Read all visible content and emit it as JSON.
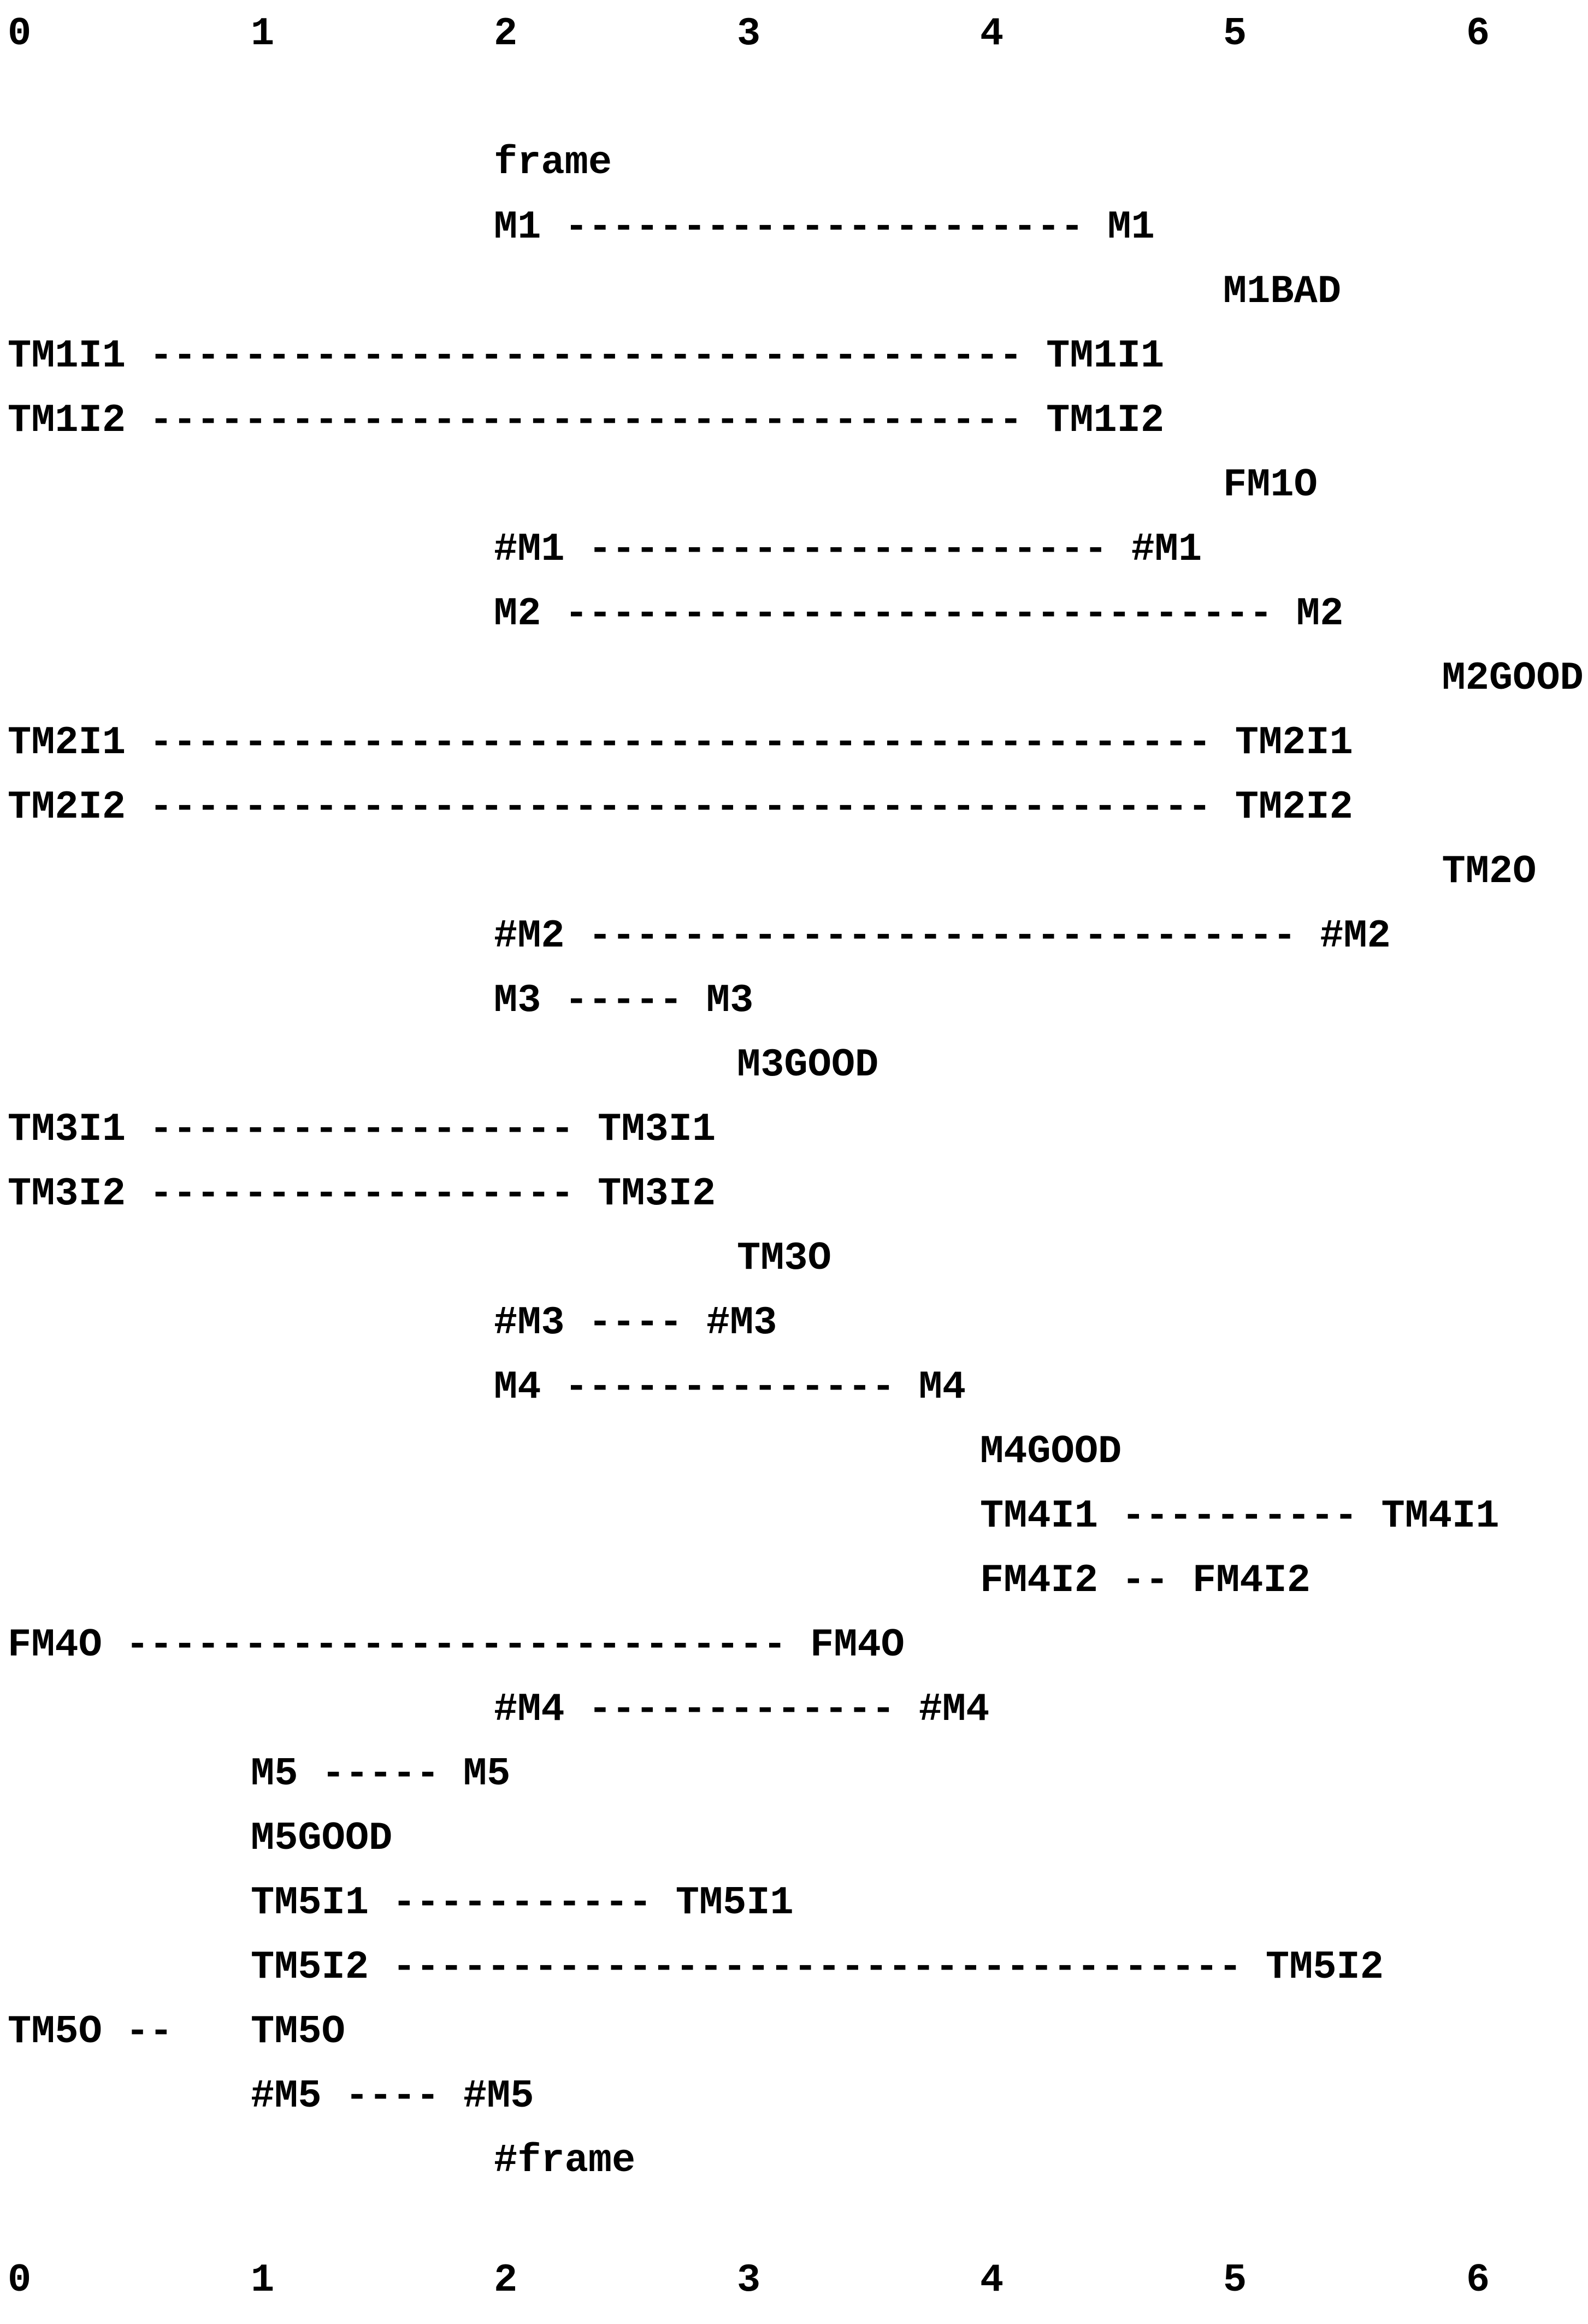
{
  "axis": {
    "top_labels": [
      "0",
      "1",
      "2",
      "3",
      "4",
      "5",
      "6"
    ],
    "bottom_labels": [
      "0",
      "1",
      "2",
      "3",
      "4",
      "5",
      "6"
    ]
  },
  "lines": [
    {
      "segments": [
        {
          "col": 2.0,
          "text": "frame"
        }
      ]
    },
    {
      "segments": [
        {
          "col": 2.0,
          "text": "M1 ---------------------- M1"
        }
      ]
    },
    {
      "segments": [
        {
          "col": 5.0,
          "text": "M1BAD"
        }
      ]
    },
    {
      "segments": [
        {
          "col": 0.0,
          "text": "TM1I1 ------------------------------------- TM1I1"
        }
      ]
    },
    {
      "segments": [
        {
          "col": 0.0,
          "text": "TM1I2 ------------------------------------- TM1I2"
        }
      ]
    },
    {
      "segments": [
        {
          "col": 5.0,
          "text": "FM1O"
        }
      ]
    },
    {
      "segments": [
        {
          "col": 2.0,
          "text": "#M1 ---------------------- #M1"
        }
      ]
    },
    {
      "segments": [
        {
          "col": 2.0,
          "text": "M2 ------------------------------ M2"
        }
      ]
    },
    {
      "segments": [
        {
          "col": 5.9,
          "text": "M2GOOD"
        }
      ]
    },
    {
      "segments": [
        {
          "col": 0.0,
          "text": "TM2I1 --------------------------------------------- TM2I1"
        }
      ]
    },
    {
      "segments": [
        {
          "col": 0.0,
          "text": "TM2I2 --------------------------------------------- TM2I2"
        }
      ]
    },
    {
      "segments": [
        {
          "col": 5.9,
          "text": "TM2O"
        }
      ]
    },
    {
      "segments": [
        {
          "col": 2.0,
          "text": "#M2 ------------------------------ #M2"
        }
      ]
    },
    {
      "segments": [
        {
          "col": 2.0,
          "text": "M3 ----- M3"
        }
      ]
    },
    {
      "segments": [
        {
          "col": 3.0,
          "text": "M3GOOD"
        }
      ]
    },
    {
      "segments": [
        {
          "col": 0.0,
          "text": "TM3I1 ------------------ TM3I1"
        }
      ]
    },
    {
      "segments": [
        {
          "col": 0.0,
          "text": "TM3I2 ------------------ TM3I2"
        }
      ]
    },
    {
      "segments": [
        {
          "col": 3.0,
          "text": "TM3O"
        }
      ]
    },
    {
      "segments": [
        {
          "col": 2.0,
          "text": "#M3 ---- #M3"
        }
      ]
    },
    {
      "segments": [
        {
          "col": 2.0,
          "text": "M4 -------------- M4"
        }
      ]
    },
    {
      "segments": [
        {
          "col": 4.0,
          "text": "M4GOOD"
        }
      ]
    },
    {
      "segments": [
        {
          "col": 4.0,
          "text": "TM4I1 ---------- TM4I1"
        }
      ]
    },
    {
      "segments": [
        {
          "col": 4.0,
          "text": "FM4I2 -- FM4I2"
        }
      ]
    },
    {
      "segments": [
        {
          "col": 0.0,
          "text": "FM4O ---------------------------- FM4O"
        }
      ]
    },
    {
      "segments": [
        {
          "col": 2.0,
          "text": "#M4 ------------- #M4"
        }
      ]
    },
    {
      "segments": [
        {
          "col": 1.0,
          "text": "M5 ----- M5"
        }
      ]
    },
    {
      "segments": [
        {
          "col": 1.0,
          "text": "M5GOOD"
        }
      ]
    },
    {
      "segments": [
        {
          "col": 1.0,
          "text": "TM5I1 ----------- TM5I1"
        }
      ]
    },
    {
      "segments": [
        {
          "col": 1.0,
          "text": "TM5I2 ------------------------------------ TM5I2"
        }
      ]
    },
    {
      "segments": [
        {
          "col": 0.0,
          "text": "TM5O --"
        },
        {
          "col": 1.0,
          "text": "TM5O"
        }
      ]
    },
    {
      "segments": [
        {
          "col": 1.0,
          "text": "#M5 ---- #M5"
        }
      ]
    },
    {
      "segments": [
        {
          "col": 2.0,
          "text": "#frame"
        }
      ]
    }
  ]
}
